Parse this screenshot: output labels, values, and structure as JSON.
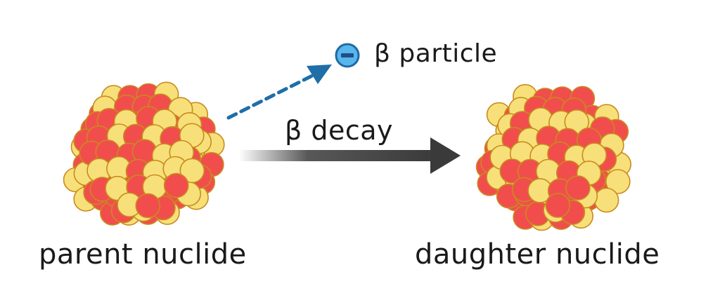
{
  "labels": {
    "parent": "parent nuclide",
    "daughter": "daughter nuclide",
    "decay": "β decay",
    "particle": "β particle"
  },
  "colors": {
    "proton": "#f24d4d",
    "neutron": "#f7e07a",
    "nucleon_stroke": "#c98a1e",
    "arrow": "#3a3a3a",
    "electron_fill": "#58b6ec",
    "electron_stroke": "#1f6aa5",
    "electron_path": "#1f6ea8"
  },
  "icons": {
    "electron": "minus-in-circle-icon"
  }
}
